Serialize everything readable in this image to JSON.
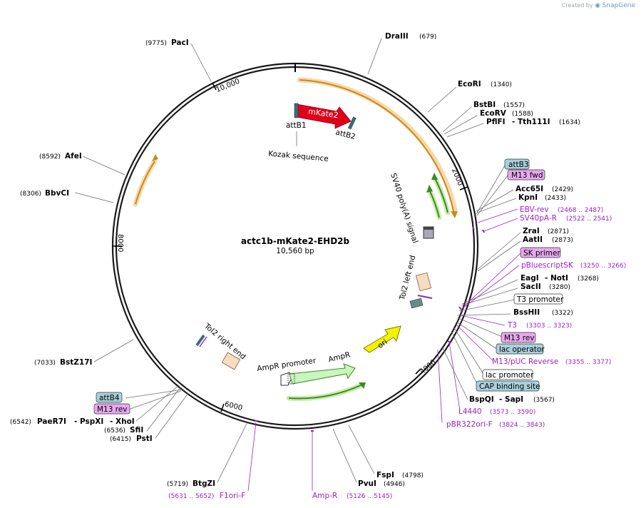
{
  "credit": {
    "text": "Created by",
    "brand": "SnapGene"
  },
  "plasmid": {
    "name": "actc1b-mKate2-EHD2b",
    "size": "10,560 bp"
  },
  "ticks": [
    "2000",
    "4000",
    "6000",
    "8000",
    "10,000"
  ],
  "enzymes": {
    "draiii": {
      "name": "DraIII",
      "pos": "(679)"
    },
    "ecori": {
      "name": "EcoRI",
      "pos": "(1340)"
    },
    "bstbi": {
      "name": "BstBI",
      "pos": "(1557)"
    },
    "ecorv": {
      "name": "EcoRV",
      "pos": "(1588)"
    },
    "pflfi": {
      "name": "PflFI",
      "name2": "- Tth111I",
      "pos": "(1634)"
    },
    "acc65i": {
      "name": "Acc65I",
      "pos": "(2429)"
    },
    "kpni": {
      "name": "KpnI",
      "pos": "(2433)"
    },
    "zrai": {
      "name": "ZraI",
      "pos": "(2871)"
    },
    "aatii": {
      "name": "AatII",
      "pos": "(2873)"
    },
    "eagi": {
      "name": "EagI",
      "name2": "- NotI",
      "pos": "(3268)"
    },
    "sacii": {
      "name": "SacII",
      "pos": "(3280)"
    },
    "bsshii": {
      "name": "BssHII",
      "pos": "(3322)"
    },
    "bspqi": {
      "name": "BspQI",
      "name2": "- SapI",
      "pos": "(3567)"
    },
    "fspi": {
      "name": "FspI",
      "pos": "(4798)"
    },
    "pvui": {
      "name": "PvuI",
      "pos": "(4946)"
    },
    "btgzi": {
      "name": "BtgZI",
      "pos": "(5719)"
    },
    "psti": {
      "name": "PstI",
      "pos": "(6415)"
    },
    "sfii": {
      "name": "SfiI",
      "pos": "(6536)"
    },
    "paer7i": {
      "name": "PaeR7I",
      "name2": "- PspXI",
      "name3": "- XhoI",
      "pos": "(6542)"
    },
    "bstz17i": {
      "name": "BstZ17I",
      "pos": "(7033)"
    },
    "bbvci": {
      "name": "BbvCI",
      "pos": "(8306)"
    },
    "afei": {
      "name": "AfeI",
      "pos": "(8592)"
    },
    "paci": {
      "name": "PacI",
      "pos": "(9775)"
    }
  },
  "primers": {
    "ebvrev": {
      "name": "EBV-rev",
      "pos": "(2468 .. 2487)"
    },
    "sv40par": {
      "name": "SV40pA-R",
      "pos": "(2522 .. 2541)"
    },
    "pbluescriptsk": {
      "name": "pBluescriptSK",
      "pos": "(3250 .. 3266)"
    },
    "t3": {
      "name": "T3",
      "pos": "(3303 .. 3323)"
    },
    "m13puc": {
      "name": "M13/pUC Reverse",
      "pos": "(3355 .. 3377)"
    },
    "l4440": {
      "name": "L4440",
      "pos": "(3573 .. 3590)"
    },
    "pbr322": {
      "name": "pBR322ori-F",
      "pos": "(3824 .. 3843)"
    },
    "ampr": {
      "name": "Amp-R",
      "pos": "(5126 .. 5145)"
    },
    "f1ori": {
      "name": "F1ori-F",
      "pos": "(5631 .. 5652)"
    }
  },
  "boxes": {
    "attb3": "attB3",
    "m13fwd": "M13 fwd",
    "skprimer": "SK primer",
    "t3promoter": "T3 promoter",
    "m13rev": "M13 rev",
    "lacoperator": "lac operator",
    "lacpromoter": "lac promoter",
    "capsite": "CAP binding site",
    "attb4": "attB4",
    "m13rev2": "M13 rev"
  },
  "features": {
    "mkate2": "mKate2",
    "attb1": "attB1",
    "attb2": "attB2",
    "kozak": "Kozak sequence",
    "sv40": "SV40 poly(A) signal",
    "tol2left": "Tol2 left end",
    "tol2right": "Tol2 right end",
    "ori": "ori",
    "amprpromoter": "AmpR promoter",
    "ampr": "AmpR"
  },
  "colors": {
    "backbone": "#1a1a1a",
    "mkate2": "#e0001a",
    "cds_orange": "#d59a2e",
    "cds_green": "#4a9a1e",
    "ori": "#f2f200",
    "ampr_fill": "#c8f5c0",
    "primer": "#a020c8",
    "box_blue": "#a9d0dc",
    "box_purple": "#e8a8f0",
    "terminator": "#f7dcc0"
  }
}
